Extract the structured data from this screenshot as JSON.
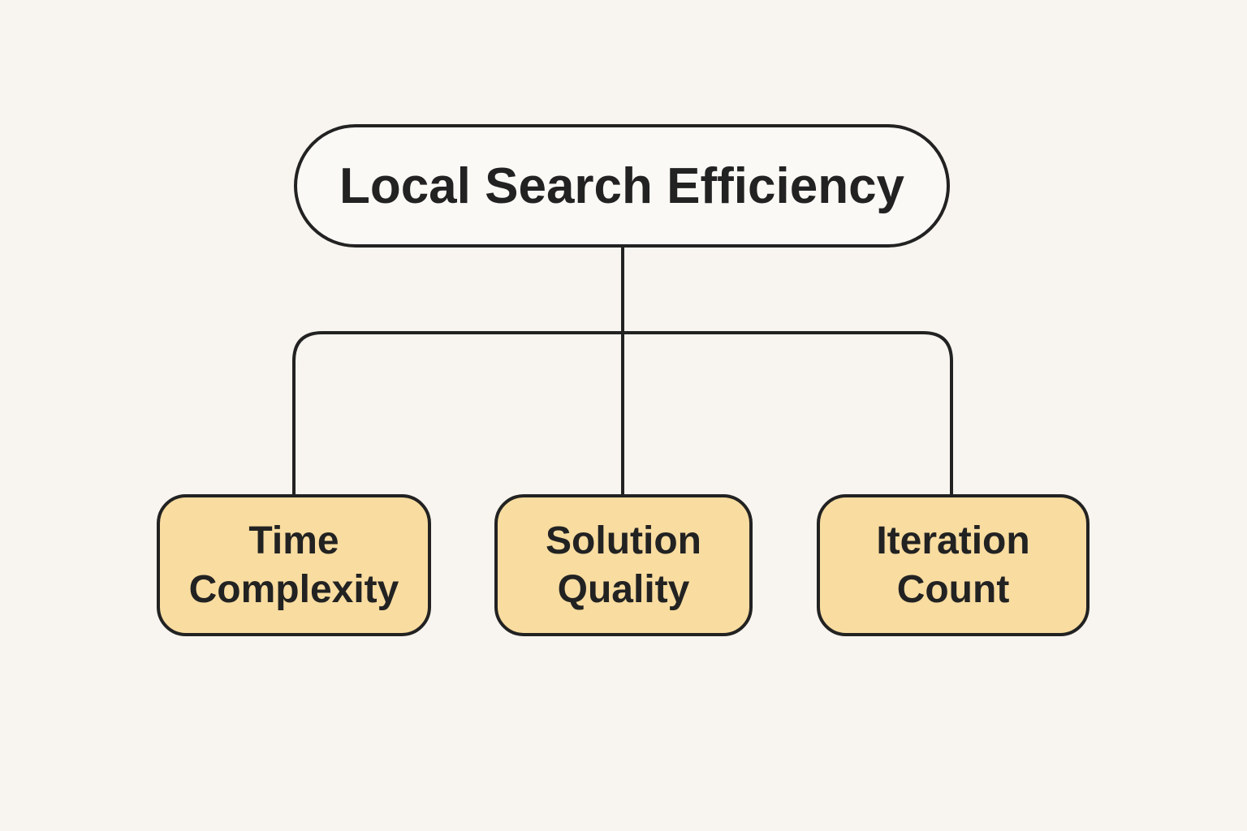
{
  "root": {
    "label": "Local Search Efficiency"
  },
  "children": [
    {
      "line1": "Time",
      "line2": "Complexity"
    },
    {
      "line1": "Solution",
      "line2": "Quality"
    },
    {
      "line1": "Iteration",
      "line2": "Count"
    }
  ],
  "colors": {
    "background": "#f8f4ef",
    "child_fill": "#f8dca0",
    "stroke": "#222222"
  }
}
